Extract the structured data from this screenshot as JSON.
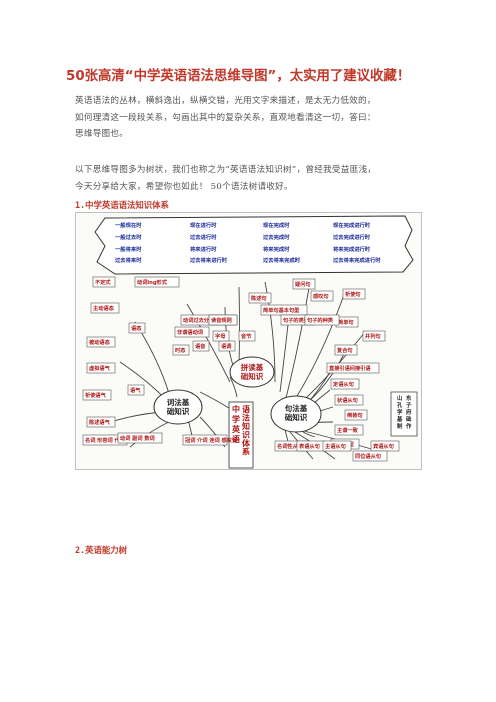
{
  "article": {
    "title": "50张高清“中学英语语法思维导图”，太实用了建议收藏！",
    "intro_lines": [
      "英语语法的丛林，横斜逸出，纵横交错，光用文字来描述，是太无力低效的，",
      "如何理清这一段段关系，勾画出其中的复杂关系，直观地看清这一切，答曰：",
      "思维导图也。"
    ],
    "para2_lines": [
      "以下思维导图多为树状，我们也称之为“英语语法知识树”，曾经我受益匪浅，",
      "今天分享给大家，希望你也如此！ 50个语法树请收好。"
    ],
    "section1_heading": "1.中学英语语法知识体系",
    "section2_heading": "2.英语能力树"
  },
  "mindmap": {
    "tenses_rows": [
      [
        "一般现在时",
        "现在进行时",
        "现在完成时",
        "现在完成进行时"
      ],
      [
        "一般过去时",
        "过去进行时",
        "过去完成时",
        "过去完成进行时"
      ],
      [
        "一般将来时",
        "将来进行时",
        "将来完成时",
        "将来完成进行时"
      ],
      [
        "过去将来时",
        "过去将来进行时",
        "过去将来完成时",
        "过去将来完成进行时"
      ]
    ],
    "center": "中学英语语法知识体系",
    "hubs": {
      "left": "词法基础知识",
      "middle": "拼读基础知识",
      "right": "句法基础知识"
    },
    "left_nodes": [
      "不定式",
      "动词ing形式",
      "主动语态",
      "动词过去分词",
      "语态",
      "非谓语动词",
      "时态",
      "被动语态",
      "虚拟语气",
      "祈使语气",
      "陈述语气",
      "语气",
      "名词 形容词 代词",
      "动词 副词 数词",
      "冠词 介词 连词 感叹词",
      "语音",
      "语调",
      "语感规则",
      "音节",
      "字母",
      "读音规则"
    ],
    "right_nodes": [
      "陈述句",
      "疑问句",
      "感叹句",
      "祈使句",
      "简单句",
      "并列句",
      "复合句",
      "简单句基本句型",
      "句子的类型",
      "句子的种类",
      "直接引语间接引语",
      "定语从句",
      "状语从句",
      "倒装句",
      "主谓一致",
      "强调句型",
      "名词性从句",
      "表语从句",
      "主语从句",
      "宾语从句",
      "同位语从句"
    ],
    "side_note": "山东孔子学府基础制作"
  },
  "colors": {
    "title": "#c0392b",
    "map_text": "#b01818",
    "tense_text": "#1a2a9a"
  }
}
